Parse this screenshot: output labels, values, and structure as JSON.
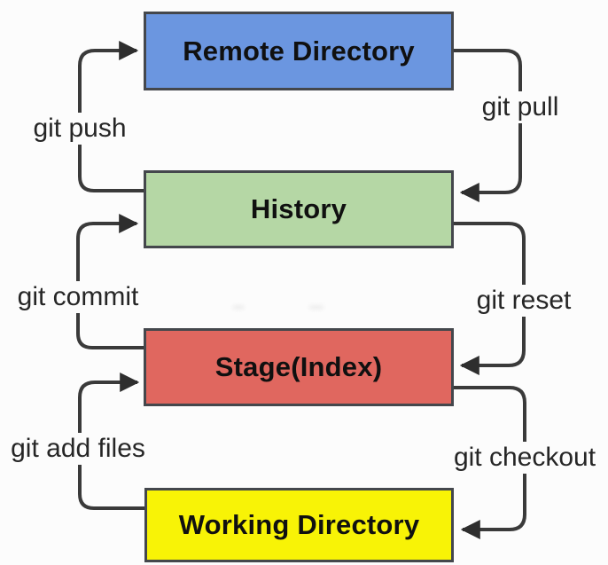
{
  "diagram": {
    "title": "Git workflow diagram",
    "nodes": [
      {
        "id": "remote",
        "label": "Remote Directory",
        "fill": "#6b96e0"
      },
      {
        "id": "history",
        "label": "History",
        "fill": "#b5d7a5"
      },
      {
        "id": "stage",
        "label": "Stage(Index)",
        "fill": "#e0675f"
      },
      {
        "id": "working",
        "label": "Working Directory",
        "fill": "#f8f306"
      }
    ],
    "edges": [
      {
        "label": "git push",
        "from": "History",
        "to": "Remote Directory",
        "side": "left"
      },
      {
        "label": "git pull",
        "from": "Remote Directory",
        "to": "History",
        "side": "right"
      },
      {
        "label": "git commit",
        "from": "Stage(Index)",
        "to": "History",
        "side": "left"
      },
      {
        "label": "git reset",
        "from": "History",
        "to": "Stage(Index)",
        "side": "right"
      },
      {
        "label": "git add files",
        "from": "Working Directory",
        "to": "Stage(Index)",
        "side": "left"
      },
      {
        "label": "git checkout",
        "from": "Stage(Index)",
        "to": "Working Directory",
        "side": "right"
      }
    ],
    "colors": {
      "background": "#fcfcfc",
      "node_border": "#44474c",
      "arrow": "#3a3a3a",
      "text": "#262626"
    }
  }
}
